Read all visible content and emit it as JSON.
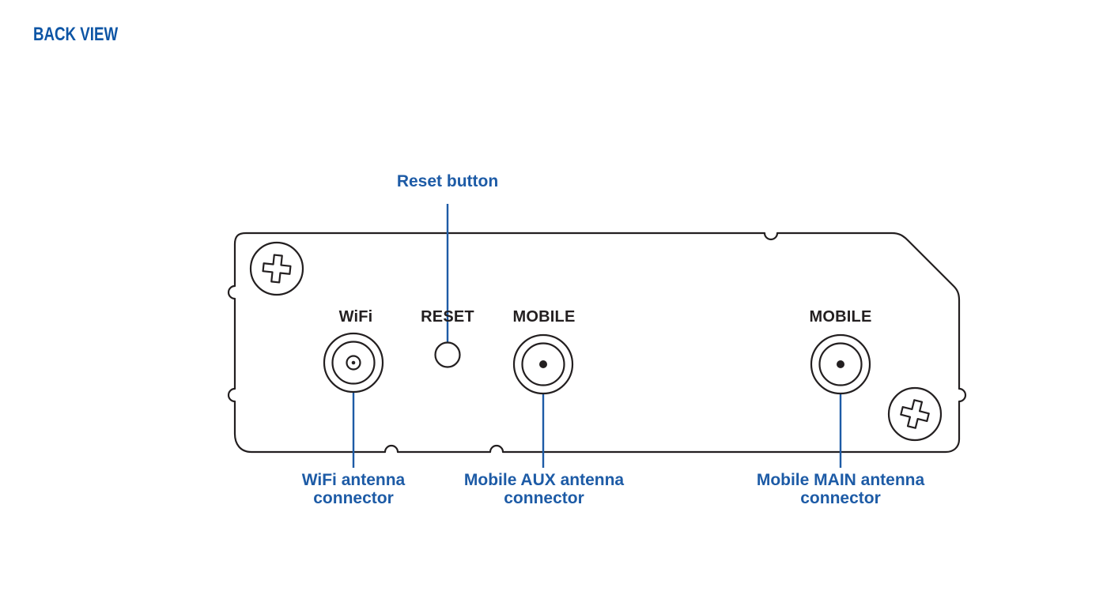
{
  "page": {
    "title": "BACK VIEW"
  },
  "colors": {
    "title_blue": "#0d55a5",
    "callout_blue": "#1d5ba6",
    "outline_dark": "#231f20",
    "background": "#ffffff"
  },
  "panel_print": {
    "wifi": "WiFi",
    "reset": "RESET",
    "mobile_aux": "MOBILE",
    "mobile_main": "MOBILE"
  },
  "callouts": {
    "reset_button": "Reset button",
    "wifi_antenna": "WiFi antenna connector",
    "mobile_aux_antenna": "Mobile AUX antenna connector",
    "mobile_main_antenna": "Mobile MAIN antenna connector"
  },
  "icons": {
    "screw_top_left": "phillips-screw",
    "screw_bottom_right": "phillips-screw",
    "wifi_connector": "coax-antenna-connector",
    "mobile_aux_connector": "coax-antenna-connector",
    "mobile_main_connector": "coax-antenna-connector",
    "reset_hole": "reset-pinhole"
  }
}
